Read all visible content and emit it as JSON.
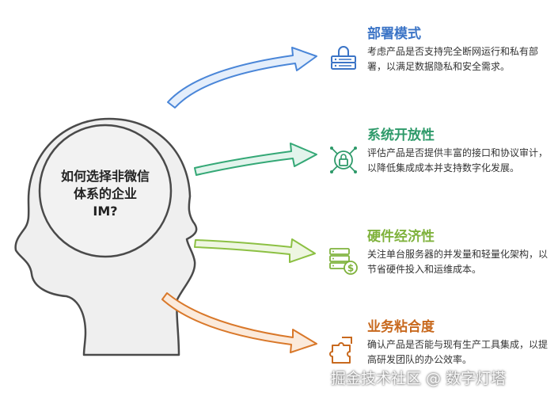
{
  "center": {
    "lines": [
      "如何选择非微信",
      "体系的企业",
      "IM?"
    ]
  },
  "items": [
    {
      "title": "部署模式",
      "desc": "考虑产品是否支持完全断网运行和私有部署，以满足数据隐私和安全需求。",
      "color": "#3b74c6",
      "arrow_color": "#4a86d8",
      "icon": "server-lock-icon"
    },
    {
      "title": "系统开放性",
      "desc": "评估产品是否提供丰富的接口和协议审计，以降低集成成本并支持数字化发展。",
      "color": "#2e9a6a",
      "arrow_color": "#34a876",
      "icon": "network-lock-icon"
    },
    {
      "title": "硬件经济性",
      "desc": "关注单台服务器的并发量和轻量化架构，以节省硬件投入和运维成本。",
      "color": "#7fb23c",
      "arrow_color": "#8cc043",
      "icon": "server-dollar-icon"
    },
    {
      "title": "业务粘合度",
      "desc": "确认产品是否能与现有生产工具集成，以提高研发团队的办公效率。",
      "color": "#c8691e",
      "arrow_color": "#d9782a",
      "icon": "puzzle-icon"
    }
  ],
  "watermark": "掘金技术社区 @ 数字灯塔"
}
